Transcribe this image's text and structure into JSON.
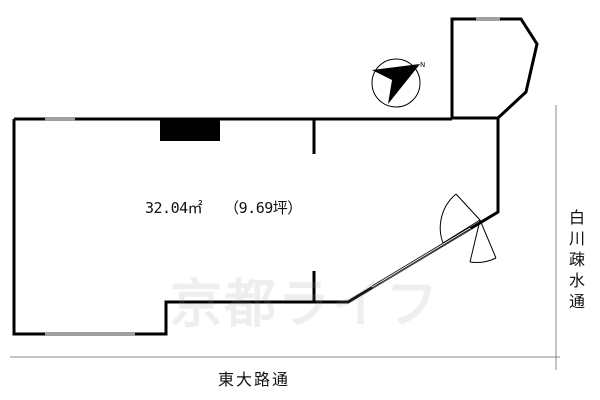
{
  "floor_plan": {
    "area_sqm": "32.04㎡",
    "area_tsubo": "（9.69坪）",
    "compass_letter": "N"
  },
  "streets": {
    "bottom": "東大路通",
    "right_chars": [
      "白",
      "川",
      "疎",
      "水",
      "通"
    ]
  },
  "watermark": {
    "text": "京都ライフ"
  },
  "colors": {
    "wall": "#000000",
    "line": "#555555",
    "background": "#ffffff"
  }
}
